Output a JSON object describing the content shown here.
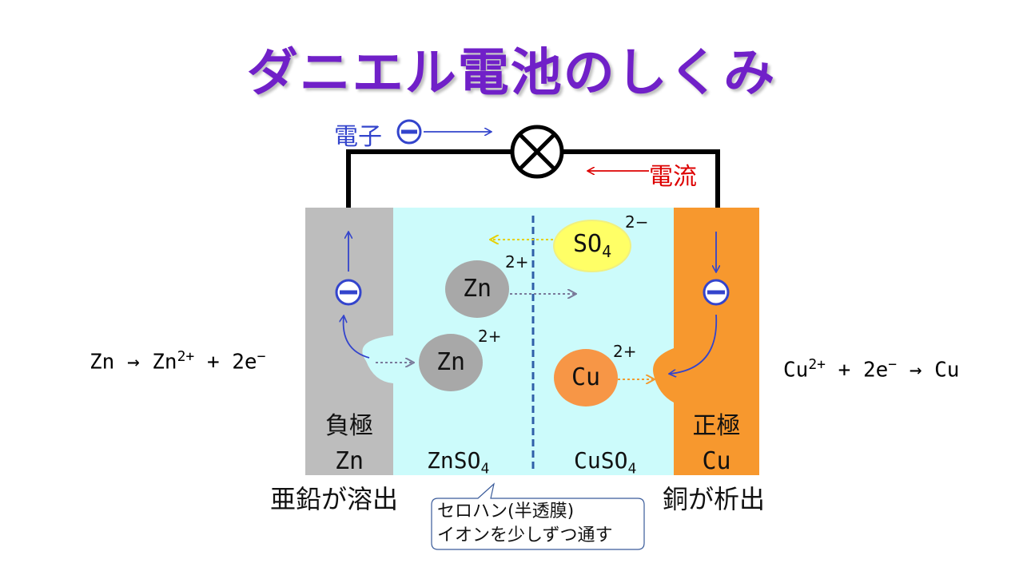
{
  "title": "ダニエル電池のしくみ",
  "electron_flow_label": "電子",
  "current_label": "電流",
  "negative_electrode": {
    "name": "負極",
    "metal": "Zn",
    "note": "亜鉛が溶出"
  },
  "positive_electrode": {
    "name": "正極",
    "metal": "Cu",
    "note": "銅が析出"
  },
  "left_solution": {
    "base": "ZnSO",
    "sub": "4"
  },
  "right_solution": {
    "base": "CuSO",
    "sub": "4"
  },
  "ions": {
    "so4": {
      "base": "SO",
      "sub": "4",
      "charge": "2−"
    },
    "zn_top": {
      "label": "Zn",
      "charge": "2+"
    },
    "zn_bottom": {
      "label": "Zn",
      "charge": "2+"
    },
    "cu": {
      "label": "Cu",
      "charge": "2+"
    }
  },
  "left_reaction": {
    "a": "Zn",
    "arrow": "→",
    "b": "Zn",
    "b_sup": "2+",
    "plus": "+",
    "c": "2e",
    "c_sup": "−"
  },
  "right_reaction": {
    "a": "Cu",
    "a_sup": "2+",
    "plus": "+",
    "b": "2e",
    "b_sup": "−",
    "arrow": "→",
    "c": "Cu"
  },
  "membrane_callout": {
    "line1": "セロハン(半透膜)",
    "line2": "イオンを少しずつ通す"
  },
  "colors": {
    "title": "#7020c8",
    "zinc_electrode": "#bdbdbd",
    "copper_electrode": "#f7982e",
    "solution": "#ccfbfb",
    "electron": "#3344cc",
    "current": "#dd0000",
    "so4_ion": "#ffff66",
    "zn_ion": "#a8a8a8",
    "cu_ion": "#f79646",
    "membrane": "#2f5fa8"
  },
  "icons": [
    "minus-circle-icon",
    "lamp-icon"
  ]
}
